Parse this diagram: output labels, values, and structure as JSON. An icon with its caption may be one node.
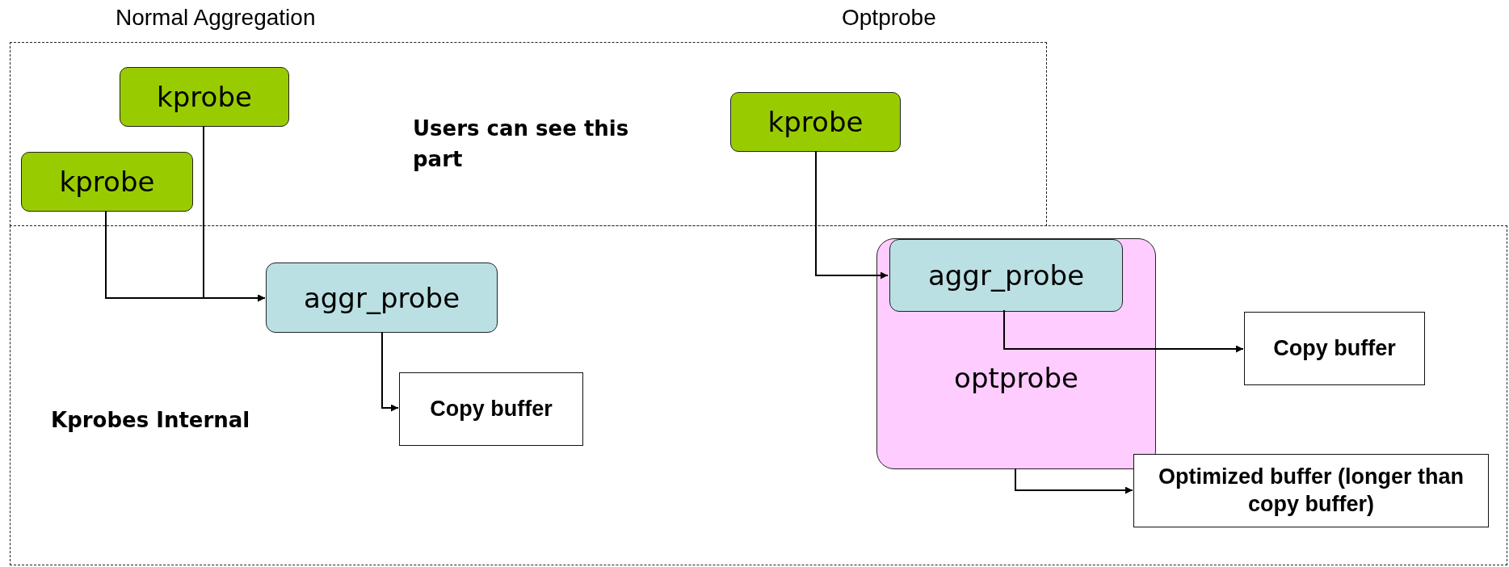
{
  "diagram": {
    "nodes": [
      {
        "text": [
          "Users can see this part"
        ]
      },
      {
        "text": [
          "kprobe"
        ],
        "in": 0
      },
      {
        "text": [
          "kprobe"
        ],
        "in": 0
      },
      {
        "text": [
          "kprobe"
        ],
        "in": 0
      },
      {
        "text": [
          "Kprobes Internal"
        ]
      },
      {
        "text": [
          "aggr_probe"
        ],
        "in": 4
      },
      {
        "text": [
          "Copy buffer"
        ],
        "in": 4
      },
      {
        "text": [
          "optprobe"
        ],
        "in": 4
      },
      {
        "text": [
          "aggr_probe"
        ],
        "in": 7
      },
      {
        "text": [
          "Copy buffer"
        ],
        "in": 4
      },
      {
        "text": [
          "Optimized buffer (longer than copy buffer)"
        ],
        "in": 4
      }
    ],
    "edges": [
      {
        "from": 2,
        "to": 5,
        "arrow": "to"
      },
      {
        "from": 1,
        "to": 5,
        "arrow": "to"
      },
      {
        "from": 5,
        "to": 6,
        "arrow": "to"
      },
      {
        "from": 3,
        "to": 8,
        "arrow": "to"
      },
      {
        "from": 8,
        "to": 9,
        "arrow": "to"
      },
      {
        "from": 7,
        "to": 10,
        "arrow": "to"
      }
    ],
    "labels": [
      "Normal Aggregation",
      "Optprobe"
    ]
  }
}
